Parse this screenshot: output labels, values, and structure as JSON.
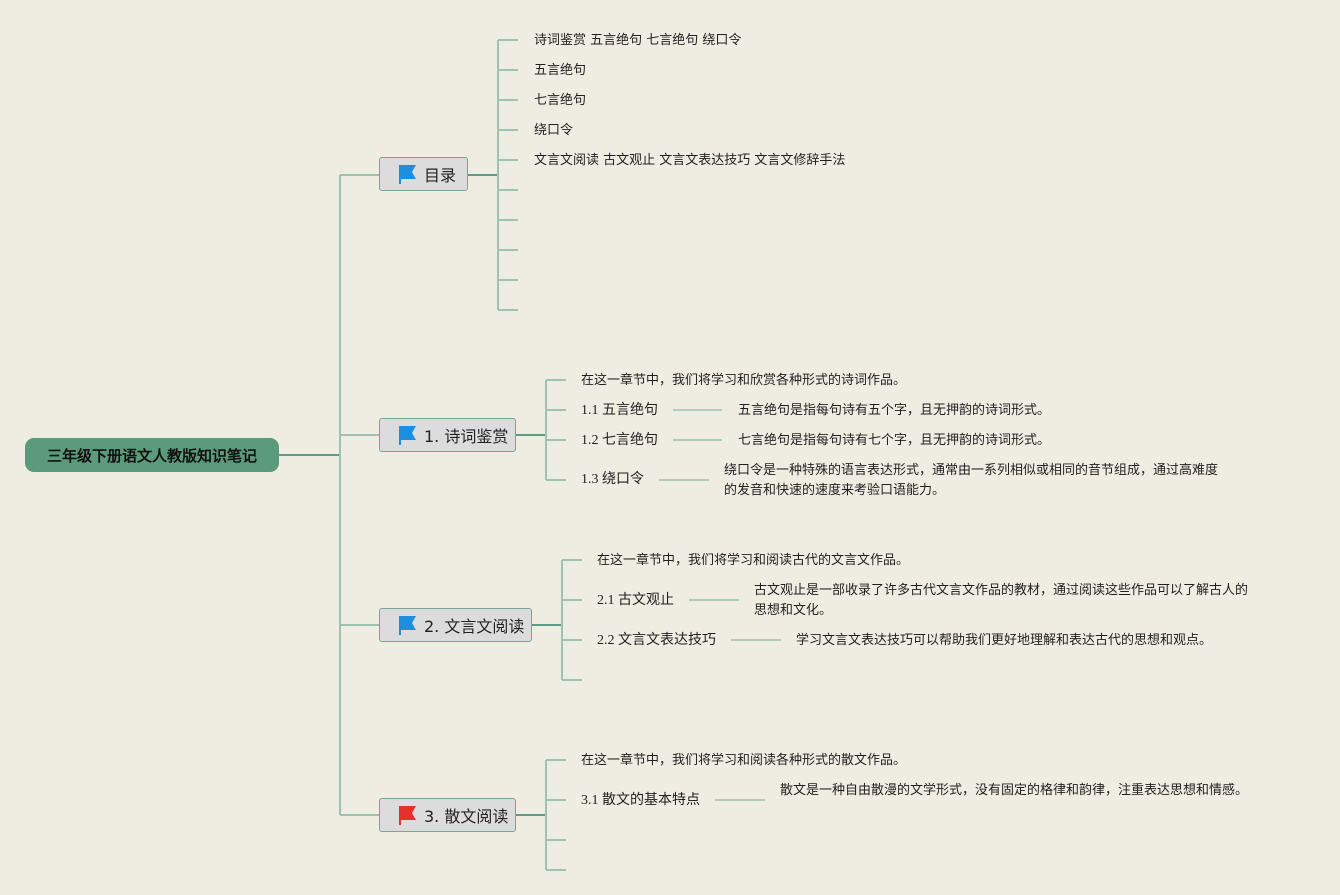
{
  "root": {
    "label": "三年级下册语文人教版知识笔记"
  },
  "colors": {
    "background": "#efece2",
    "root_fill": "#5b9a7a",
    "branch_line": "#5f9a86",
    "leaf_line": "#9cc2b0",
    "topic_fill": "#dcdcdc",
    "flag_blue": "#1e8fe0",
    "flag_red": "#e5312a"
  },
  "topics": [
    {
      "label": "目录",
      "flag": "blue-flag",
      "children": [
        {
          "label": "诗词鉴赏 五言绝句 七言绝句 绕口令"
        },
        {
          "label": "五言绝句"
        },
        {
          "label": "七言绝句"
        },
        {
          "label": "绕口令"
        },
        {
          "label": "文言文阅读 古文观止 文言文表达技巧 文言文修辞手法"
        },
        {
          "label": ""
        },
        {
          "label": ""
        },
        {
          "label": ""
        },
        {
          "label": ""
        },
        {
          "label": ""
        }
      ]
    },
    {
      "label": "1. 诗词鉴赏",
      "flag": "blue-flag",
      "children": [
        {
          "label": "在这一章节中，我们将学习和欣赏各种形式的诗词作品。"
        },
        {
          "label": "1.1 五言绝句",
          "detail": "五言绝句是指每句诗有五个字，且无押韵的诗词形式。"
        },
        {
          "label": "1.2 七言绝句",
          "detail": "七言绝句是指每句诗有七个字，且无押韵的诗词形式。"
        },
        {
          "label": "1.3 绕口令",
          "detail": "绕口令是一种特殊的语言表达形式，通常由一系列相似或相同的音节组成，通过高难度的发音和快速的速度来考验口语能力。"
        }
      ]
    },
    {
      "label": "2. 文言文阅读",
      "flag": "blue-flag",
      "children": [
        {
          "label": "在这一章节中，我们将学习和阅读古代的文言文作品。"
        },
        {
          "label": "2.1 古文观止",
          "detail": "古文观止是一部收录了许多古代文言文作品的教材，通过阅读这些作品可以了解古人的思想和文化。"
        },
        {
          "label": "2.2 文言文表达技巧",
          "detail": "学习文言文表达技巧可以帮助我们更好地理解和表达古代的思想和观点。"
        },
        {
          "label": ""
        }
      ]
    },
    {
      "label": "3. 散文阅读",
      "flag": "red-flag",
      "children": [
        {
          "label": "在这一章节中，我们将学习和阅读各种形式的散文作品。"
        },
        {
          "label": "3.1 散文的基本特点",
          "detail": "散文是一种自由散漫的文学形式，没有固定的格律和韵律，注重表达思想和情感。"
        },
        {
          "label": ""
        },
        {
          "label": ""
        }
      ]
    }
  ]
}
